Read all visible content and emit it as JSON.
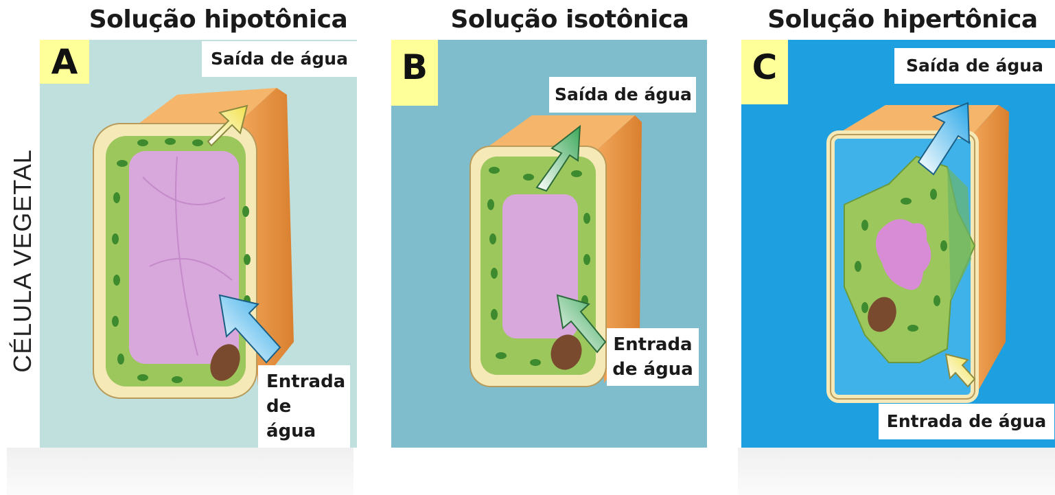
{
  "side_label": "CÉLULA VEGETAL",
  "panels": [
    {
      "title": "Solução hipotônica",
      "letter": "A",
      "exit_label": "Saída de água",
      "entry_label": "Entrada de água",
      "background": "#bfe0dc"
    },
    {
      "title": "Solução isotônica",
      "letter": "B",
      "exit_label": "Saída de água",
      "entry_label": "Entrada de água",
      "background": "#7fbccc"
    },
    {
      "title": "Solução hipertônica",
      "letter": "C",
      "exit_label": "Saída de água",
      "entry_label": "Entrada de água",
      "background": "#1ea0e0"
    }
  ]
}
